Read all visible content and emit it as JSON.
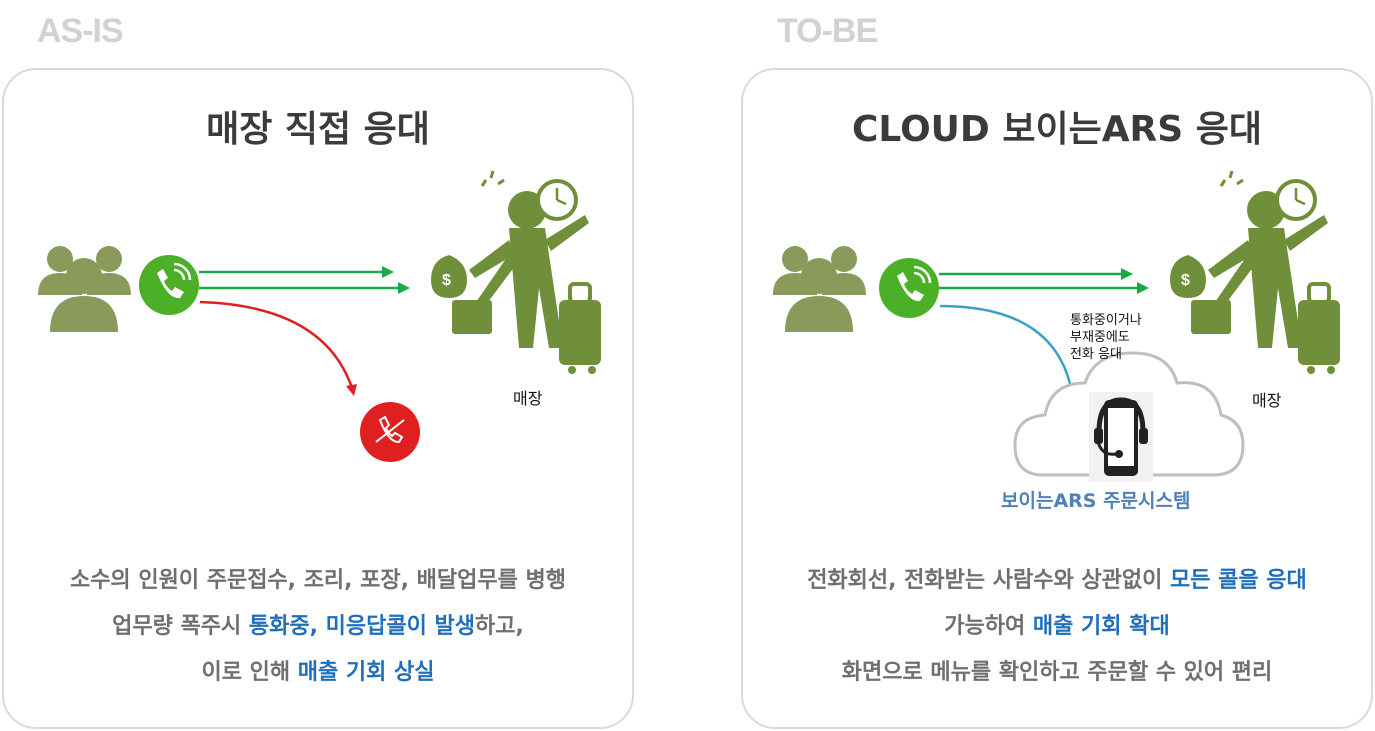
{
  "as_is": {
    "section_label": "AS-IS",
    "title": "매장 직접 응대",
    "store_label": "매장",
    "desc": {
      "line1": "소수의 인원이 주문접수, 조리, 포장, 배달업무를 병행",
      "line2_pre": "업무량 폭주시 ",
      "line2_hl": "통화중, 미응답콜이 발생",
      "line2_post": "하고,",
      "line3_pre": "이로 인해 ",
      "line3_hl": "매출 기회 상실"
    }
  },
  "to_be": {
    "section_label": "TO-BE",
    "title": "CLOUD 보이는ARS 응대",
    "store_label": "매장",
    "annotation": [
      "통화중이거나",
      "부재중에도",
      "전화 응대"
    ],
    "cloud_label": "보이는ARS 주문시스템",
    "desc": {
      "line1_pre": "전화회선, 전화받는 사람수와 상관없이 ",
      "line1_hl": "모든 콜을 응대",
      "line2_pre": "가능하여 ",
      "line2_hl": "매출 기회 확대",
      "line3": "화면으로 메뉴를 확인하고 주문할 수 있어 편리"
    }
  },
  "icons": [
    "customers-icon",
    "phone-call-icon",
    "missed-call-icon",
    "busy-worker-icon",
    "cloud-icon",
    "mobile-headset-icon"
  ],
  "colors": {
    "green": "#4caf28",
    "olive": "#6f8f3a",
    "red": "#e02020",
    "blue_arrow": "#3aa0c8",
    "highlight": "#1f6fba",
    "person": "#8a9a5b"
  }
}
